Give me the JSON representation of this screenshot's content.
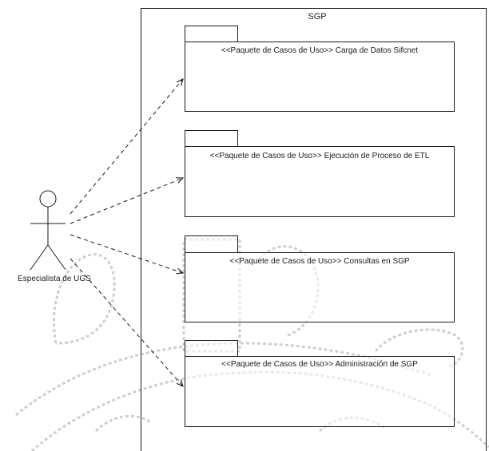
{
  "system": {
    "title": "SGP"
  },
  "actor": {
    "name": "Especialista de UGS"
  },
  "packages": [
    {
      "label": "<<Paquete de Casos de Uso>> Carga de Datos Sifcnet"
    },
    {
      "label": "<<Paquete de Casos de Uso>> Ejecución de Proceso de ETL"
    },
    {
      "label": "<<Paquete de Casos de Uso>> Consultas en SGP"
    },
    {
      "label": "<<Paquete de Casos de Uso>> Administración de SGP"
    }
  ],
  "colors": {
    "line": "#1a1a1a",
    "watermark": "#cfcfcf",
    "background": "#ffffff"
  }
}
